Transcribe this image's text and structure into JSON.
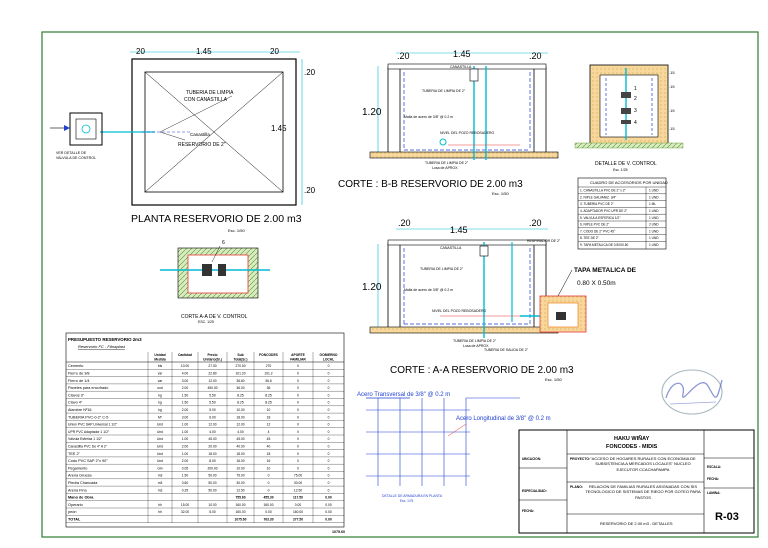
{
  "plan": {
    "dims": [
      "20",
      "1.45",
      "20"
    ],
    "side_dims": [
      ".20",
      "1.45",
      ".20"
    ],
    "labels": [
      "TUBERIA DE LIMPIA",
      "CON CANASTILLA",
      "Canastilla",
      "RESERVORIO DE 2\""
    ],
    "left_note": [
      "VER DETALLE DE",
      "VALVULA DE CONTROL"
    ],
    "title": "PLANTA RESERVORIO DE 2.00 m3",
    "scale": "Esc. 1/50"
  },
  "section_bb": {
    "dims": [
      ".20",
      "1.45",
      ".20"
    ],
    "height": "1.20",
    "labels": [
      "CANASTILLA",
      "TUBERIA DE LIMPIA DE 2\"",
      "Malla de acero de 3/8\" @ 0.2 m",
      "NIVEL DEL POZO REBOSADERO",
      "TUBERIA DE LIMPIA DE 2\"",
      "Losa de APROX."
    ],
    "title": "CORTE : B-B RESERVORIO DE 2.00 m3",
    "scale": "Esc. 1/50"
  },
  "valve_detail": {
    "title": "DETALLE DE V. CONTROL",
    "scale": "Esc. 1/25",
    "marks": [
      "1",
      "2",
      "3",
      "4"
    ],
    "dims": [
      ".15",
      ".15",
      ".15",
      ".15"
    ]
  },
  "accessories": {
    "header": "CUADRO DE ACCESORIOS POR UNIDAD",
    "rows": [
      [
        "1. CANASTILLA PVC DE 2\" x 2\"",
        "1 UND"
      ],
      [
        "2. NIPLE GALVANIZ. 3/4\"",
        "1 UND"
      ],
      [
        "3. TUBERIA PVC DE 2\"",
        "1 ML"
      ],
      [
        "4. ADAPTADOR PVC UPR DE 2\"",
        "1 UND"
      ],
      [
        "5. VALVULA ESFERICA 1/2\"",
        "1 UND"
      ],
      [
        "6. NIPLE PVC DE 2\"",
        "2 UND"
      ],
      [
        "7. CODO DE 2\" PVC 45°",
        "1 UND"
      ],
      [
        "8. TEE DE 2\"",
        "1 UND"
      ],
      [
        "9. TAPA METALICA DE 0.50X0.50",
        "1 UND"
      ]
    ]
  },
  "av_detail": {
    "title": "CORTE A-A DE V. CONTROL",
    "scale": "ESC. 1/25",
    "mark": "6"
  },
  "section_aa": {
    "dims": [
      ".20",
      "1.45",
      ".20"
    ],
    "height": "1.20",
    "labels": [
      "CANASTILLA",
      "RESPIRADOR DE 2\"",
      "TUBERIA DE LIMPIA DE 2\"",
      "Malla de acero de 3/8\" @ 0.2 m",
      "NIVEL DEL POZO REBOSADERO",
      "TUBERIA DE LIMPIA DE 2\"",
      "Losa de APROX.",
      "TUBERIA DE SALIDA DE 2\""
    ],
    "tapa": [
      "TAPA METALICA DE",
      "0.80 X 0.50m"
    ],
    "title": "CORTE : A-A RESERVORIO DE 2.00 m3",
    "scale": "Esc. 1/50"
  },
  "budget": {
    "title": "PRESUPUESTO RESERVORIO 2m3",
    "subtitle": "Reservorio FC - Fibraplast",
    "headers": [
      "",
      "Unidad Medida",
      "Cantidad",
      "Precio Unitario(S/.)",
      "Sub Total(S/.)",
      "FONCODES",
      "APORTE FAMILIAR",
      "GOBIERNO LOCAL"
    ],
    "rows": [
      [
        "Cemento",
        "bls",
        "10.00",
        "27.00",
        "270.00",
        "270",
        "0",
        "0"
      ],
      [
        "Fierro de 3/8",
        "var",
        "4.00",
        "22.80",
        "101.20",
        "101.2",
        "0",
        "0"
      ],
      [
        "Fierro de 1/4",
        "var",
        "3.00",
        "12.00",
        "36.60",
        "36.6",
        "0",
        "0"
      ],
      [
        "Paneles para encofrado",
        "und",
        "2.00",
        "450.00",
        "36.00",
        "36",
        "0",
        "0"
      ],
      [
        "Clavos 3\"",
        "kg",
        "1.50",
        "5.50",
        "8.25",
        "8.25",
        "0",
        "0"
      ],
      [
        "Clavo 4\"",
        "kg",
        "1.50",
        "5.50",
        "8.25",
        "8.25",
        "0",
        "0"
      ],
      [
        "Alambre Nº16",
        "kg",
        "2.00",
        "5.00",
        "10.00",
        "10",
        "0",
        "0"
      ],
      [
        "TUBERIA PVC-0-2\" C-5",
        "Mº",
        "3.00",
        "6.00",
        "18.00",
        "18",
        "0",
        "0"
      ],
      [
        "Union PVC SAP Universal 1 1/2\"",
        "Und",
        "1.00",
        "12.00",
        "12.00",
        "12",
        "0",
        "0"
      ],
      [
        "UPR PVC Adaptador 1 1/2\"",
        "Und",
        "1.00",
        "4.00",
        "4.00",
        "4",
        "0",
        "0"
      ],
      [
        "Válvula Esferica 1 1/2\"",
        "Und",
        "1.00",
        "45.00",
        "45.00",
        "45",
        "0",
        "0"
      ],
      [
        "Canastilla PVC De 4\" A 2\"",
        "Und",
        "2.00",
        "20.00",
        "40.00",
        "40",
        "0",
        "0"
      ],
      [
        "TEE 2\"",
        "Und",
        "1.00",
        "18.00",
        "18.00",
        "18",
        "0",
        "0"
      ],
      [
        "Codo PVC SAP 2\"x 90°",
        "Und",
        "2.00",
        "8.00",
        "16.00",
        "16",
        "0",
        "0"
      ],
      [
        "Pegamento",
        "Gln",
        "0.05",
        "200.00",
        "10.00",
        "10",
        "0",
        "0"
      ],
      [
        "Arena Gruesa",
        "m3",
        "1.50",
        "50.00",
        "75.00",
        "0",
        "75.00",
        "0"
      ],
      [
        "Piedra Chancada",
        "m3",
        "0.60",
        "50.00",
        "30.00",
        "0",
        "30.00",
        "0"
      ],
      [
        "Arena Fina",
        "m3",
        "0.25",
        "50.00",
        "12.50",
        "0",
        "12.50",
        "0"
      ],
      [
        "Mano de Obra",
        "",
        "",
        "",
        "755.60",
        "455.30",
        "117.50",
        "0.00"
      ],
      [
        "Operario",
        "hh",
        "15.00",
        "10.00",
        "160.00",
        "160.00",
        "0.00",
        "0.00"
      ],
      [
        "peón",
        "hh",
        "32.00",
        "5.00",
        "160.00",
        "0.00",
        "160.00",
        "0.00"
      ],
      [
        "TOTAL",
        "",
        "",
        "",
        "1075.60",
        "763.30",
        "277.50",
        "0.00"
      ]
    ],
    "grand_total": "1075.60"
  },
  "rebar": {
    "label1": "Acero Transversal de 3/8\" @ 0.2 m",
    "label2": "Acero Longitudinal de 3/8\" @ 0.2 m",
    "caption": "DETALLE DE ARMADURA EN PLANTA",
    "scale": "Esc. 1/75"
  },
  "title_block": {
    "org1": "HAKU WIÑAY",
    "org2": "FONCODES - MIDIS",
    "project_label": "PROYECTO:",
    "project": "\"ACCESO DE HOGARES RURALES CON ECONOMIA DE SUBSISTENCIA A MERCADOS LOCALES\" NUCLEO EJECUTOR CCACHAPAMPA",
    "plan_label": "PLANO:",
    "plan": "RELACION DE FAMILIAS RURALES ASIGNADAS CON SIS TECNOLOGICO DE SISTEMAS DE RIEGO POR GOTEO PARA PASTOS",
    "sheet_desc": "RESERVORIO DE 2.00 m3 - DETALLES",
    "sheet_no": "R-03",
    "left_labels": [
      "UBICACION:",
      "ESPECIALIDAD:",
      "FECHA:"
    ],
    "right_labels": [
      "ESCALA:",
      "FECHA:",
      "LAMINA:"
    ]
  },
  "colors": {
    "frame": "#2e7d32",
    "cyan": "#00bcd4",
    "blue": "#1e3fd0",
    "red": "#e53935",
    "orange": "#ef6c00",
    "concrete": "#f7d89a",
    "ground": "#7cb342"
  }
}
